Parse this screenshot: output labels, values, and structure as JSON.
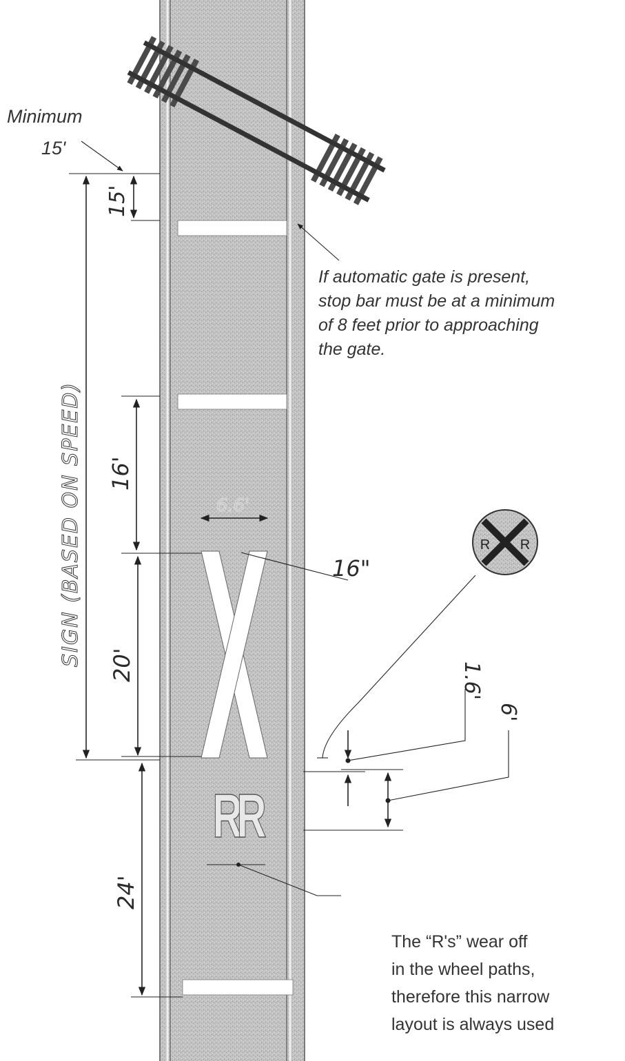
{
  "labels": {
    "minimum": "Minimum",
    "minimum_value": "15'",
    "gate_note": [
      "If automatic gate is present,",
      "stop bar must be at a minimum",
      "of 8 feet prior to approaching",
      "the gate."
    ],
    "sign_label": "SIGN (BASED ON SPEED)",
    "wear_note": [
      "The “R's” wear off",
      "in the wheel paths,",
      "therefore this narrow",
      "layout is always used"
    ]
  },
  "dimensions": {
    "stop_bar_to_track": "15'",
    "stop_bar_to_x": "16'",
    "x_length": "20'",
    "x_to_last_bar": "24'",
    "x_width": "6.6'",
    "line_width": "16\"",
    "r_gap": "1.6'",
    "r_height": "6'"
  },
  "sign": {
    "letter_left": "R",
    "letter_right": "R"
  },
  "pavement_letters": {
    "left": "R",
    "right": "R"
  },
  "colors": {
    "pavement": "#bdbdbd",
    "marking": "#ffffff",
    "ink": "#222222"
  }
}
